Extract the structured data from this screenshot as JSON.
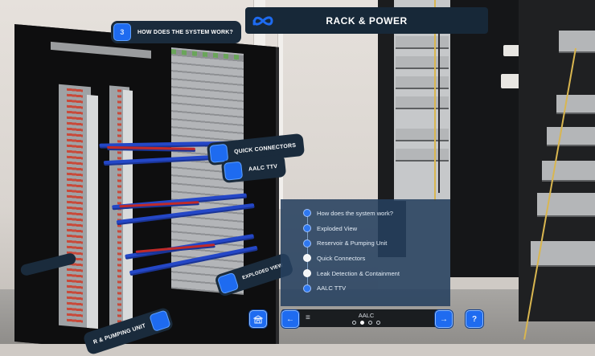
{
  "header": {
    "logo_icon": "meta-infinity-logo",
    "title": "RACK & POWER"
  },
  "callouts": [
    {
      "id": "how-does-system-work",
      "label": "HOW DOES THE SYSTEM WORK?",
      "icon": "3"
    },
    {
      "id": "quick-connectors",
      "label": "QUICK CONNECTORS",
      "icon": ""
    },
    {
      "id": "aalc-ttv",
      "label": "AALC TTV",
      "icon": ""
    },
    {
      "id": "exploded-view",
      "label": "EXPLODED VIEW",
      "icon": ""
    },
    {
      "id": "reservoir-pumping",
      "label": "R & PUMPING UNIT",
      "icon": ""
    }
  ],
  "steps": {
    "items": [
      {
        "label": "How does the system work?",
        "state": "visited"
      },
      {
        "label": "Exploded View",
        "state": "visited"
      },
      {
        "label": "Reservoir & Pumping Unit",
        "state": "visited"
      },
      {
        "label": "Quick Connectors",
        "state": "unvisited"
      },
      {
        "label": "Leak Detection & Containment",
        "state": "unvisited"
      },
      {
        "label": "AALC TTV",
        "state": "visited"
      }
    ]
  },
  "navbar": {
    "label": "AALC",
    "menu_icon": "≡",
    "pages": 4,
    "active_page": 2,
    "prev_icon": "←",
    "next_icon": "→",
    "home_icon": "⌂",
    "help_label": "?"
  },
  "colors": {
    "accent_blue": "#1e6bf0",
    "panel_dark": "#172838",
    "list_panel": "#25405e"
  }
}
